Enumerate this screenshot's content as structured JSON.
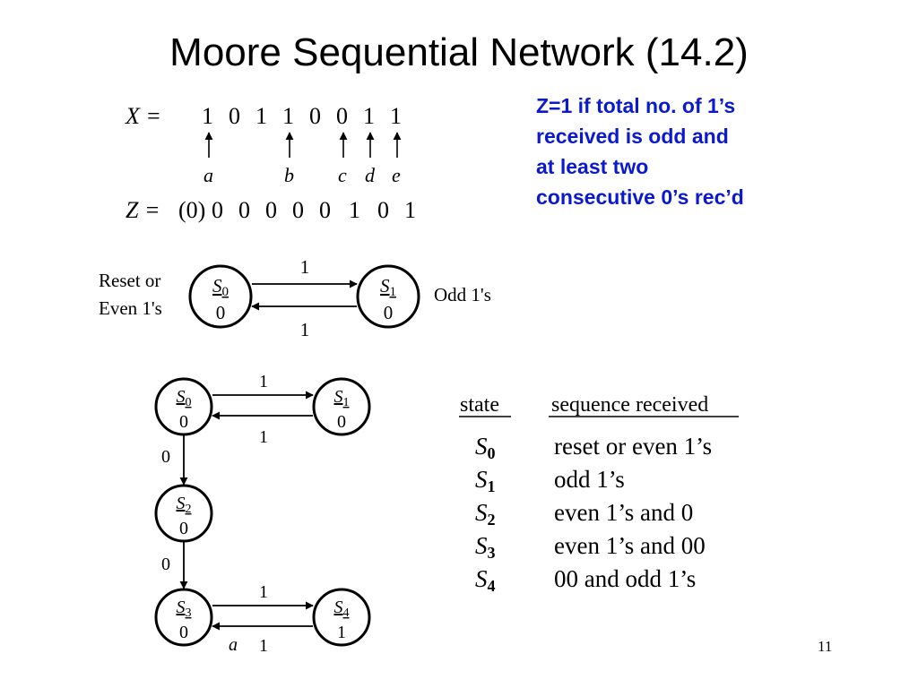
{
  "title": "Moore Sequential Network (14.2)",
  "note_lines": [
    "Z=1 if total no. of 1’s",
    "received is odd and",
    "at least two",
    "consecutive 0’s rec’d"
  ],
  "example": {
    "x_label": "X =",
    "x_bits": [
      "1",
      "0",
      "1",
      "1",
      "0",
      "0",
      "1",
      "1"
    ],
    "markers": [
      "a",
      "b",
      "c",
      "d",
      "e"
    ],
    "z_label": "Z =",
    "z_initial": "(0)",
    "z_bits": [
      "0",
      "0",
      "0",
      "0",
      "0",
      "1",
      "0",
      "1"
    ]
  },
  "diagram1": {
    "left_caption": [
      "Reset or",
      "Even 1's"
    ],
    "right_caption": "Odd 1's",
    "states": [
      {
        "name": "S",
        "sub": "0",
        "output": "0"
      },
      {
        "name": "S",
        "sub": "1",
        "output": "0"
      }
    ],
    "edges": [
      "1",
      "1"
    ]
  },
  "diagram2": {
    "states": [
      {
        "name": "S",
        "sub": "0",
        "output": "0"
      },
      {
        "name": "S",
        "sub": "1",
        "output": "0"
      },
      {
        "name": "S",
        "sub": "2",
        "output": "0"
      },
      {
        "name": "S",
        "sub": "3",
        "output": "0"
      },
      {
        "name": "S",
        "sub": "4",
        "output": "1"
      }
    ],
    "edge_labels": {
      "s0_s1": "1",
      "s1_s0": "1",
      "s0_s2": "0",
      "s2_s3": "0",
      "s3_s4": "1",
      "s4_s3": "1",
      "marker": "a"
    }
  },
  "table": {
    "headers": [
      "state",
      "sequence received"
    ],
    "rows": [
      {
        "name": "S",
        "sub": "0",
        "seq": "reset or even 1’s"
      },
      {
        "name": "S",
        "sub": "1",
        "seq": "odd 1’s"
      },
      {
        "name": "S",
        "sub": "2",
        "seq": "even 1’s and 0"
      },
      {
        "name": "S",
        "sub": "3",
        "seq": "even 1’s and 00"
      },
      {
        "name": "S",
        "sub": "4",
        "seq": "00 and odd 1’s"
      }
    ]
  },
  "page_number": "11"
}
